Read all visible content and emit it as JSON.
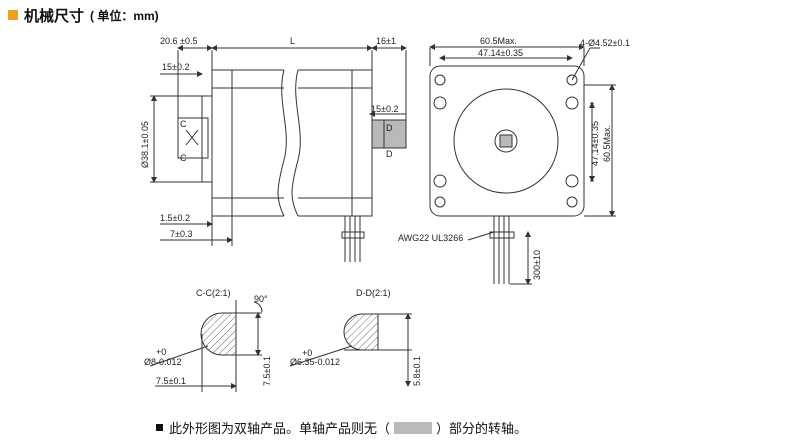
{
  "header": {
    "title": "机械尺寸",
    "unit": "( 单位：mm)"
  },
  "side_view": {
    "shaft_len_rear": "20.6 ±0.5",
    "body_len": "L",
    "shaft_len_front": "16±1",
    "flat_rear": "15±0.2",
    "flat_front": "15±0.2",
    "shaft_dia_label": "Ø38.1±0.05",
    "section_c": "C",
    "section_d": "D",
    "boss_height": "1.5±0.2",
    "boss_depth": "7±0.3"
  },
  "front_view": {
    "width_max": "60.5Max.",
    "hole_pitch_h": "47.14±0.35",
    "hole_spec": "4-Ø4.52±0.1",
    "hole_pitch_v": "47.14±0.35",
    "height_max": "60.5Max.",
    "wire_spec": "AWG22 UL3266",
    "lead_length": "300±10"
  },
  "section_cc": {
    "title": "C-C(2:1)",
    "angle": "90°",
    "tol": "+0",
    "dia": "Ø8-0.012",
    "flat_width": "7.5±0.1",
    "height": "7.5±0.1"
  },
  "section_dd": {
    "title": "D-D(2:1)",
    "tol": "+0",
    "dia": "Ø6.35-0.012",
    "height": "5.8±0.1"
  },
  "footnote": {
    "part1": "此外形图为双轴产品。单轴产品则无（",
    "part2": "）部分的转轴。"
  },
  "colors": {
    "bullet": "#f0a020",
    "line": "#333333",
    "shade": "#b9b9b9"
  }
}
